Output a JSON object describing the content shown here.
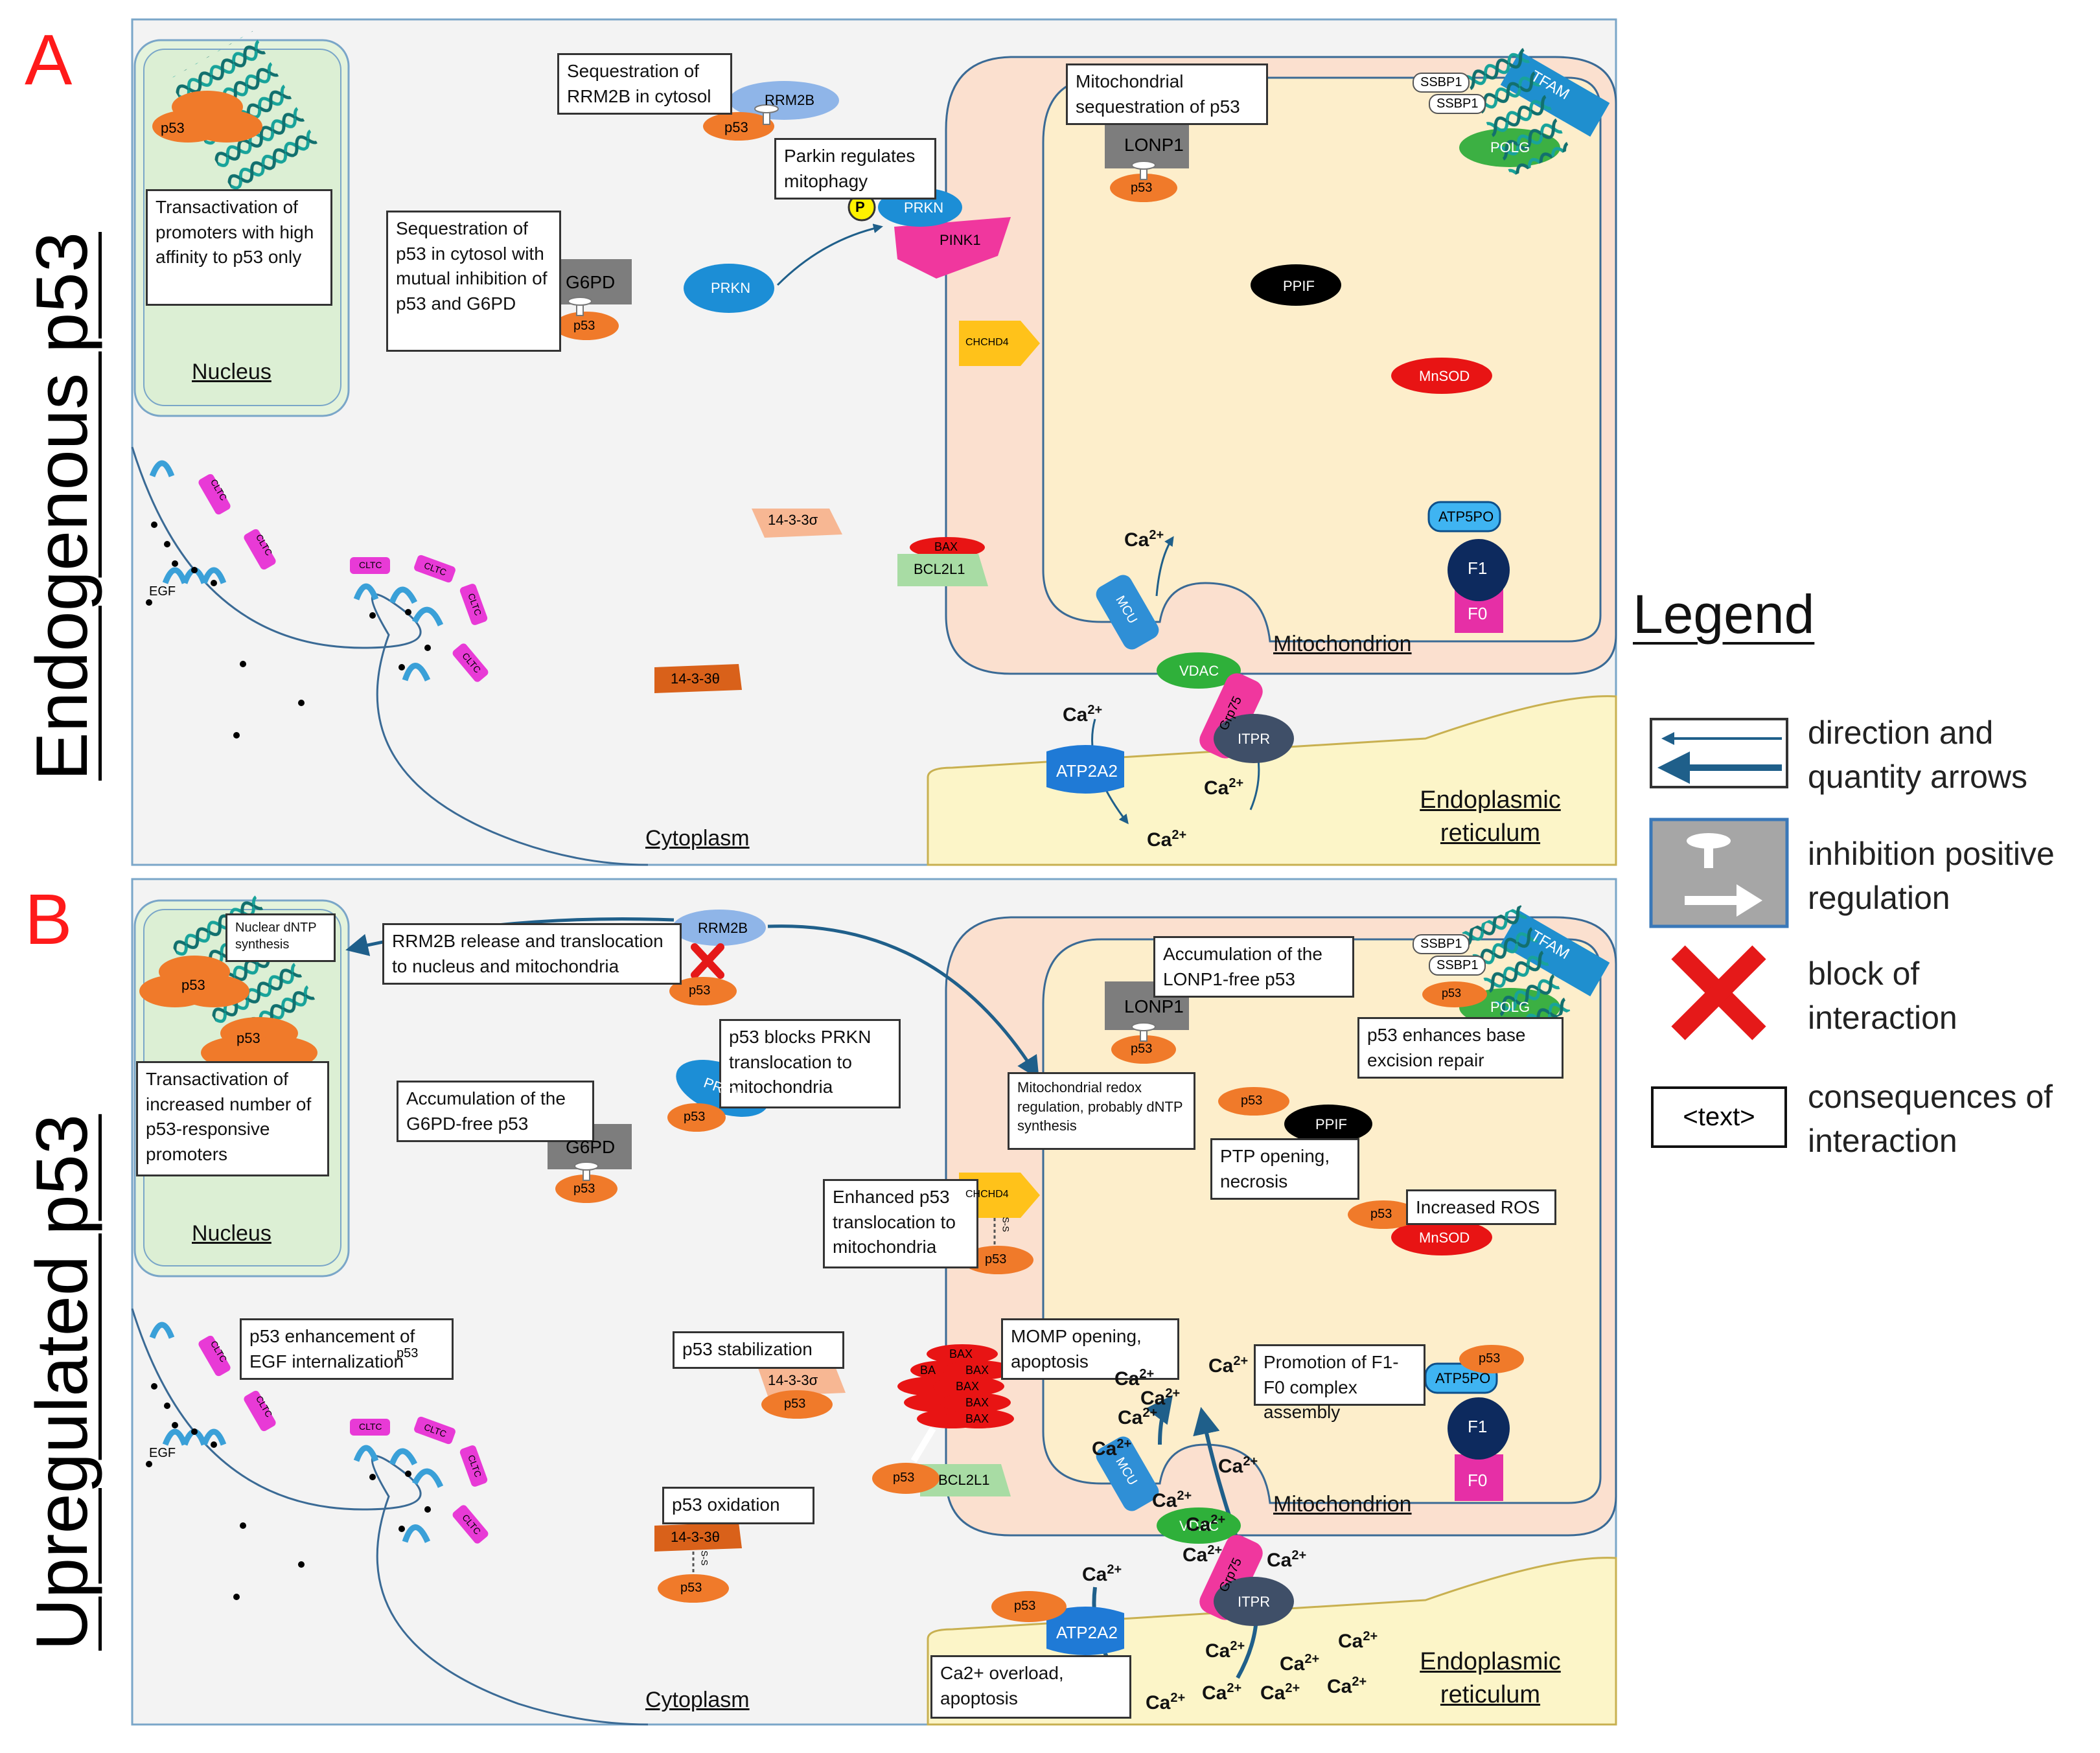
{
  "panels": {
    "a": {
      "letter": "A",
      "title": "Endogenous p53",
      "compartments": {
        "nucleus": "Nucleus",
        "cytoplasm": "Cytoplasm",
        "mitochondrion": "Mitochondrion",
        "er_line1": "Endoplasmic",
        "er_line2": "reticulum"
      },
      "boxes": {
        "transactivation": "Transactivation of promoters with high affinity to p53 only",
        "g6pd_seq": "Sequestration of p53 in cytosol with mutual inhibition of p53 and G6PD",
        "rrm2b_seq": "Sequestration of RRM2B in cytosol",
        "parkin": "Parkin regulates mitophagy",
        "mito_seq": "Mitochondrial sequestration of p53"
      },
      "molecules": {
        "p53": "p53",
        "rrm2b": "RRM2B",
        "g6pd": "G6PD",
        "prkn": "PRKN",
        "pink1": "PINK1",
        "p_mark": "P",
        "lonp1": "LONP1",
        "ssbp1": "SSBP1",
        "tfam": "TFAM",
        "polg": "POLG",
        "ppif": "PPIF",
        "mnsod": "MnSOD",
        "chchd4": "CHCHD4",
        "atp5po": "ATP5PO",
        "f1": "F1",
        "f0": "F0",
        "bax": "BAX",
        "bcl2l1": "BCL2L1",
        "s1433s": "14-3-3σ",
        "s1433t": "14-3-3θ",
        "mcu": "MCU",
        "vdac": "VDAC",
        "grp75": "Grp75",
        "itpr": "ITPR",
        "atp2a2": "ATP2A2",
        "cltc": "CLTC",
        "egf": "EGF",
        "ca": "Ca",
        "ca_charge": "2+"
      }
    },
    "b": {
      "letter": "B",
      "title": "Upregulated p53",
      "compartments": {
        "nucleus": "Nucleus",
        "cytoplasm": "Cytoplasm",
        "mitochondrion": "Mitochondrion",
        "er_line1": "Endoplasmic",
        "er_line2": "reticulum"
      },
      "boxes": {
        "nuclear_dntp": "Nuclear dNTP synthesis",
        "rrm2b_release": "RRM2B release and translocation to nucleus and mitochondria",
        "transactivation": "Transactivation of increased number of p53-responsive promoters",
        "g6pd_accum": "Accumulation of the G6PD-free p53",
        "prkn_block": "p53 blocks PRKN translocation to mitochondria",
        "lonp1_accum": "Accumulation of the LONP1-free p53",
        "base_excision": "p53 enhances base excision repair",
        "redox": "Mitochondrial redox regulation, probably dNTP synthesis",
        "ptp": "PTP opening, necrosis",
        "ros": "Increased ROS",
        "chchd4_trans": "Enhanced p53 translocation to mitochondria",
        "egf_intern": "p53 enhancement of EGF internalization",
        "stabilization": "p53 stabilization",
        "momp": "MOMP opening, apoptosis",
        "f1f0": "Promotion of F1-F0 complex assembly",
        "oxidation": "p53 oxidation",
        "overload": "Ca2+ overload, apoptosis"
      },
      "molecules": {
        "p53": "p53",
        "rrm2b": "RRM2B",
        "g6pd": "G6PD",
        "prkn": "PRKN",
        "lonp1": "LONP1",
        "ssbp1": "SSBP1",
        "tfam": "TFAM",
        "polg": "POLG",
        "ppif": "PPIF",
        "mnsod": "MnSOD",
        "chchd4": "CHCHD4",
        "atp5po": "ATP5PO",
        "f1": "F1",
        "f0": "F0",
        "bax": "BAX",
        "bax_partial": "BA",
        "bcl2l1": "BCL2L1",
        "s1433s": "14-3-3σ",
        "s1433t": "14-3-3θ",
        "mcu": "MCU",
        "vdac": "VDAC",
        "grp75": "Grp75",
        "itpr": "ITPR",
        "atp2a2": "ATP2A2",
        "cltc": "CLTC",
        "egf": "EGF",
        "ss": "S-S",
        "ca": "Ca",
        "ca_charge": "2+"
      }
    }
  },
  "legend": {
    "title": "Legend",
    "items": [
      {
        "text": "direction and quantity arrows"
      },
      {
        "text": "inhibition positive regulation"
      },
      {
        "text": "block of interaction"
      },
      {
        "text": "consequences of interaction"
      }
    ],
    "sample_box": "<text>"
  },
  "colors": {
    "p53": "#f07a2a",
    "mito_outer": "#fbe0cf",
    "mito_inner": "#fdeecb",
    "nucleus": "#dcefd4",
    "er": "#fcf5c8",
    "cell": "#f3f3f3",
    "cltc": "#e83ad6",
    "receptor": "#3aa0d8",
    "prkn": "#1c8ed6",
    "pink1": "#f0379e",
    "grey_protein": "#7d7d7d",
    "polg": "#3cb043",
    "tfam": "#1f8fcf",
    "bax": "#e81414",
    "bcl2l1": "#a8dca4",
    "f1": "#0d2a5e",
    "f0": "#e62fa6",
    "arrow": "#1f5f8a",
    "legend_border": "#3a78b8",
    "red_x": "#e51919",
    "title_red": "#ff1a1a"
  }
}
